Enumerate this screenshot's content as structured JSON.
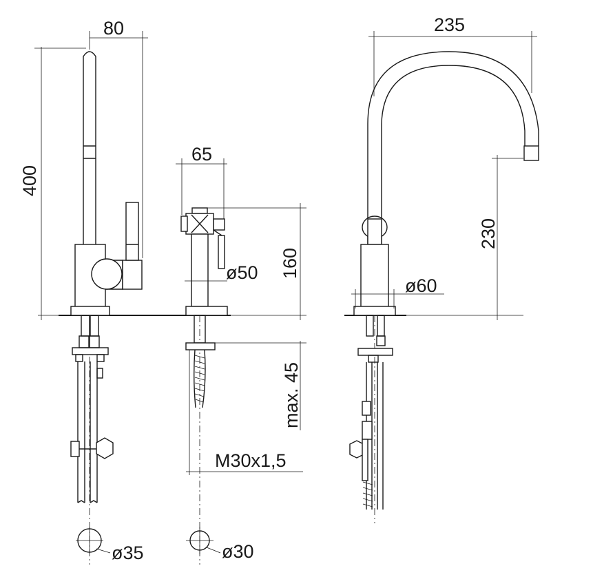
{
  "dimensions": {
    "spout_projection_left": "80",
    "height_total": "400",
    "spray_width": "65",
    "spray_height": "160",
    "spray_diameter": "ø50",
    "hose_max": "max. 45",
    "thread": "M30x1,5",
    "hole_left": "ø35",
    "hole_spray": "ø30",
    "spout_reach": "235",
    "spout_height": "230",
    "base_diameter": "ø60"
  },
  "colors": {
    "line": "#1a1a1a",
    "background": "#ffffff"
  }
}
